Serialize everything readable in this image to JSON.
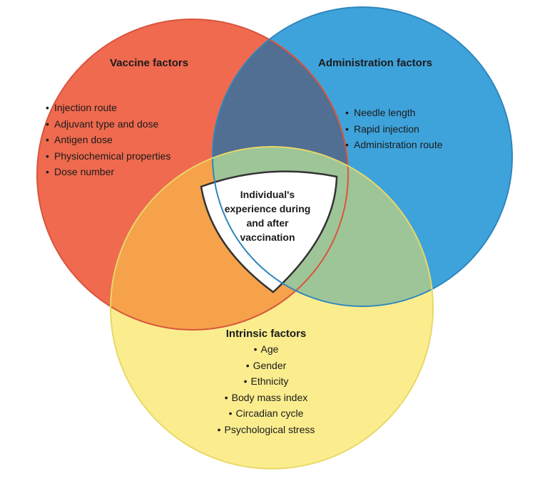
{
  "colors": {
    "vaccine": "#ef6a4f",
    "administration": "#3fa3db",
    "intrinsic": "#fbed8e",
    "vaccine_admin_overlap": "#516e93",
    "vaccine_intrinsic_overlap": "#f5a24b",
    "admin_intrinsic_overlap": "#9ec598",
    "center": "#ffffff"
  },
  "vaccine_factors": {
    "title": "Vaccine factors",
    "items": [
      "Injection route",
      "Adjuvant type and dose",
      "Antigen dose",
      "Physiochemical properties",
      "Dose number"
    ]
  },
  "administration_factors": {
    "title": "Administration factors",
    "items": [
      "Needle length",
      "Rapid injection",
      "Administration route"
    ]
  },
  "intrinsic_factors": {
    "title": "Intrinsic factors",
    "items": [
      "Age",
      "Gender",
      "Ethnicity",
      "Body mass index",
      "Circadian cycle",
      "Psychological stress"
    ]
  },
  "center": {
    "lines": [
      "Individual's",
      "experience during",
      "and after",
      "vaccination"
    ]
  }
}
